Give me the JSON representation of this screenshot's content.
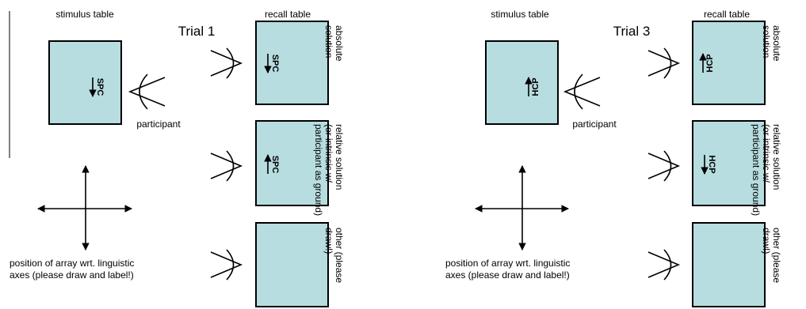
{
  "panels": [
    {
      "id": "left",
      "stimulus_label": "stimulus table",
      "recall_label": "recall table",
      "trial_label": "Trial 1",
      "participant_label": "participant",
      "axes_label_line1": "position of array wrt. linguistic",
      "axes_label_line2": "axes (please draw and label!)",
      "stimulus_text": "SPC",
      "absolute": {
        "text": "SPC",
        "label": [
          "absolute",
          "solution"
        ]
      },
      "relative": {
        "text": "SPC",
        "label": [
          "relative solution",
          "(or intrinsic w/",
          "participant as ground)"
        ]
      },
      "other": {
        "text": "",
        "label": [
          "other (please",
          "draw!)"
        ]
      }
    },
    {
      "id": "right",
      "stimulus_label": "stimulus table",
      "recall_label": "recall table",
      "trial_label": "Trial 3",
      "participant_label": "participant",
      "axes_label_line1": "position of array wrt. linguistic",
      "axes_label_line2": "axes (please draw and label!)",
      "stimulus_text": "HCP",
      "absolute": {
        "text": "HCP",
        "label": [
          "absolute",
          "solution"
        ]
      },
      "relative": {
        "text": "HCP",
        "label": [
          "relative solution",
          "(or intrinsic w/",
          "participant as ground)"
        ]
      },
      "other": {
        "text": "",
        "label": [
          "other (please",
          "draw!)"
        ]
      }
    }
  ],
  "colors": {
    "table_fill": "#b7dde0",
    "stroke": "#000000",
    "background": "#ffffff"
  }
}
